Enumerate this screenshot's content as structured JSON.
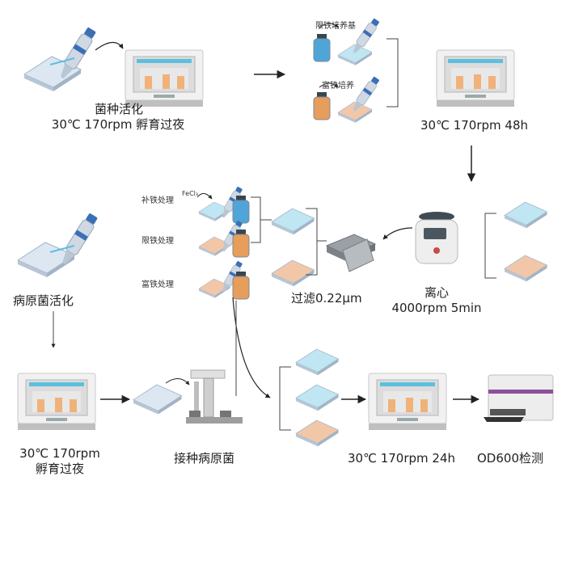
{
  "labels": {
    "strain_activation_1": "菌种活化",
    "strain_activation_2": "30℃ 170rpm 孵育过夜",
    "iron_limited_medium": "限铁培养基",
    "iron_rich_medium": "富铁培养",
    "incubation_48h": "30℃  170rpm 48h",
    "iron_supplement": "补铁处理",
    "fecl3": "FeCl₃",
    "iron_limited_treatment": "限铁处理",
    "iron_rich_treatment": "富铁处理",
    "filter": "过滤0.22μm",
    "centrifuge_1": "离心",
    "centrifuge_2": "4000rpm 5min",
    "pathogen_activation": "病原菌活化",
    "pathogen_incubation_1": "30℃ 170rpm",
    "pathogen_incubation_2": "孵育过夜",
    "inoculate_pathogen": "接种病原菌",
    "incubation_24h": "30℃ 170rpm 24h",
    "od600": "OD600检测"
  },
  "colors": {
    "blue_plate": "#bfe6f2",
    "orange_plate": "#f2c7a8",
    "plate_grey": "#dde7f2",
    "incubator": "#eeeeee",
    "reader_accent": "#8e4f9a",
    "arrow": "#222222"
  }
}
